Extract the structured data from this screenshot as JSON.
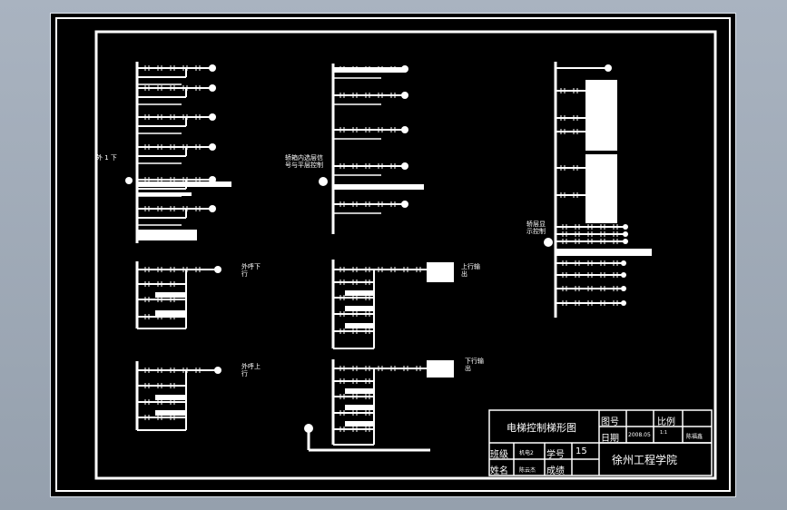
{
  "labels": {
    "left_top": "外 1 下",
    "left_mid_down": "外呼下\n行",
    "left_mid_up": "外呼上\n行",
    "center_top": "轿箱内选层信\n号与平层控制",
    "center_up_output": "上行输\n出",
    "center_down_output": "下行输\n出",
    "right_top": "轿层显\n示控制"
  },
  "title_block": {
    "drawing_title": "电梯控制梯形图",
    "drawing_no_label": "图号",
    "scale_label": "比例",
    "date_label": "日期",
    "date_value": "2008.05",
    "small_value": "1:1",
    "teacher_value": "陈福鑫",
    "class_label": "班级",
    "class_value": "机电2",
    "student_no_label": "学号",
    "student_no_value": "15",
    "name_label": "姓名",
    "name_value": "陈云杰",
    "grade_label": "成绩",
    "school": "徐州工程学院"
  },
  "colors": {
    "background": "#000000",
    "lines": "#ffffff",
    "desktop": "#9aa5b2"
  }
}
